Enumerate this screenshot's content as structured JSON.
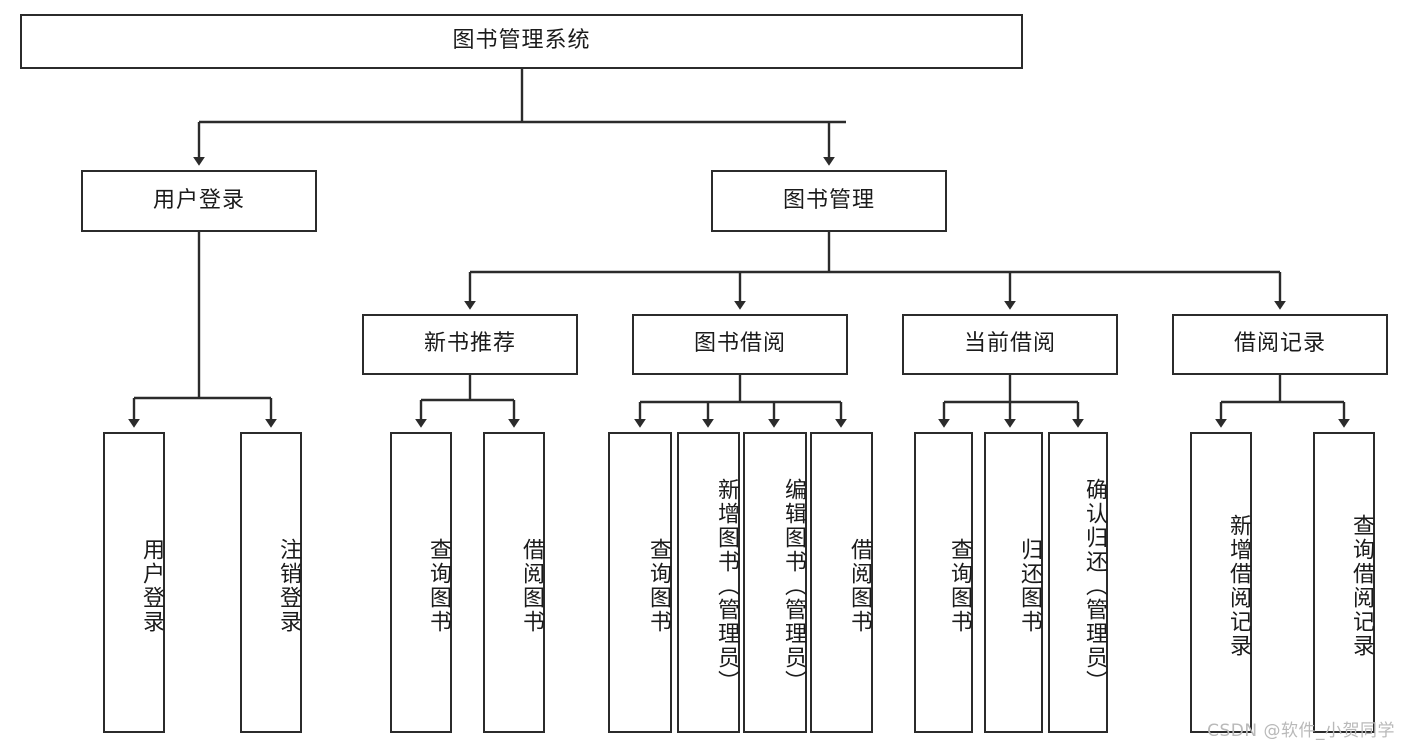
{
  "diagram": {
    "type": "tree-hierarchy",
    "title": "图书管理系统功能结构图",
    "colors": {
      "box_border": "#2b2b2b",
      "box_fill": "#ffffff",
      "connector": "#2b2b2b",
      "text": "#1b1b1b",
      "watermark": "#b9b9b9",
      "background": "#ffffff"
    },
    "nodes": {
      "root": {
        "label": "图书管理系统",
        "orientation": "horizontal"
      },
      "level2": [
        {
          "label": "用户登录",
          "orientation": "horizontal"
        },
        {
          "label": "图书管理",
          "orientation": "horizontal"
        }
      ],
      "level3": [
        {
          "label": "新书推荐",
          "orientation": "horizontal"
        },
        {
          "label": "图书借阅",
          "orientation": "horizontal"
        },
        {
          "label": "当前借阅",
          "orientation": "horizontal"
        },
        {
          "label": "借阅记录",
          "orientation": "horizontal"
        }
      ],
      "leaves": {
        "user_login": [
          {
            "label": "用户登录",
            "orientation": "vertical"
          },
          {
            "label": "注销登录",
            "orientation": "vertical"
          }
        ],
        "new_book_recommend": [
          {
            "label": "查询图书",
            "orientation": "vertical"
          },
          {
            "label": "借阅图书",
            "orientation": "vertical"
          }
        ],
        "book_borrow": [
          {
            "label": "查询图书",
            "orientation": "vertical"
          },
          {
            "label": "新增图书（管理员）",
            "orientation": "vertical"
          },
          {
            "label": "编辑图书（管理员）",
            "orientation": "vertical"
          },
          {
            "label": "借阅图书",
            "orientation": "vertical"
          }
        ],
        "current_borrow": [
          {
            "label": "查询图书",
            "orientation": "vertical"
          },
          {
            "label": "归还图书",
            "orientation": "vertical"
          },
          {
            "label": "确认归还（管理员）",
            "orientation": "vertical"
          }
        ],
        "borrow_record": [
          {
            "label": "新增借阅记录",
            "orientation": "vertical"
          },
          {
            "label": "查询借阅记录",
            "orientation": "vertical"
          }
        ]
      }
    },
    "watermark": "CSDN @软件_小贺同学"
  }
}
